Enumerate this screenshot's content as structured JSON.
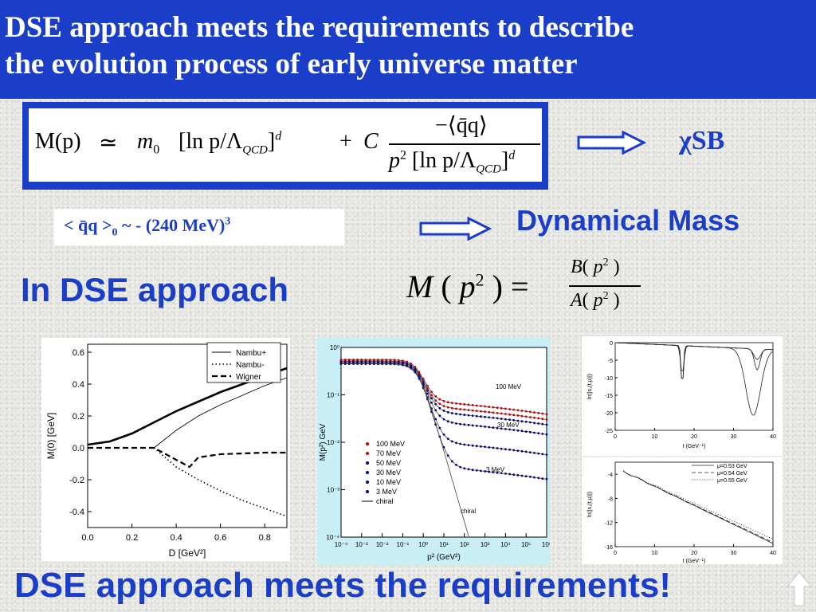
{
  "header": {
    "title_line1": "DSE approach meets the requirements to describe",
    "title_line2": "the evolution process of early universe matter"
  },
  "formula": {
    "lhs": "M(p)",
    "approx": "≃",
    "term1_coef": "m",
    "term1_sub": "0",
    "term1_bracket": "[ln p/Λ",
    "qcd_sub": "QCD",
    "exp_d": "d",
    "plus": "+",
    "const_c": "C",
    "numerator": "−⟨q̄q⟩",
    "denom_prefix": "p",
    "denom_sq": "2",
    "denom_bracket": "[ln p/Λ"
  },
  "labels": {
    "chiral_sb": "χSB",
    "condensate_prefix": "< q̄q >",
    "condensate_sub": "0",
    "condensate_suffix": "  ~  - (240 MeV)",
    "condensate_exp": "3",
    "dynamical_mass": "Dynamical Mass",
    "in_dse": "In DSE approach",
    "footer": "DSE approach meets the requirements!"
  },
  "mass_formula": {
    "lhs": "M",
    "arg": "p",
    "sq": "2",
    "eq": "=",
    "num_fn": "B",
    "den_fn": "A"
  },
  "colors": {
    "accent_blue": "#1a3ec8",
    "plot_mid_bg": "#c9eef6",
    "white": "#ffffff"
  },
  "icons": {
    "arrow1": "outline-right-arrow-icon",
    "arrow2": "outline-right-arrow-icon",
    "nav": "up-arrow-icon"
  },
  "chart_data": [
    {
      "type": "line",
      "xlabel": "D [GeV²]",
      "ylabel": "M(0) [GeV]",
      "xlim": [
        0.0,
        0.9
      ],
      "ylim": [
        -0.5,
        0.65
      ],
      "x_ticks": [
        "0.0",
        "0.2",
        "0.4",
        "0.6",
        "0.8"
      ],
      "y_ticks": [
        "0.6",
        "0.4",
        "0.2",
        "0.0",
        "-0.2",
        "-0.4"
      ],
      "legend": [
        "Nambu+",
        "Nambu-",
        "Wigner"
      ],
      "legend_position": "top-right",
      "series": [
        {
          "name": "Nambu+",
          "style": "thick",
          "x": [
            0.0,
            0.1,
            0.2,
            0.3,
            0.4,
            0.5,
            0.6,
            0.7,
            0.8,
            0.9
          ],
          "y": [
            0.02,
            0.04,
            0.09,
            0.16,
            0.23,
            0.29,
            0.35,
            0.4,
            0.45,
            0.5
          ]
        },
        {
          "name": "Nambu+ (thin)",
          "style": "thin",
          "x": [
            0.3,
            0.4,
            0.5,
            0.6,
            0.7,
            0.8,
            0.9
          ],
          "y": [
            0.0,
            0.11,
            0.2,
            0.27,
            0.33,
            0.39,
            0.44
          ]
        },
        {
          "name": "Nambu-",
          "style": "dotted",
          "x": [
            0.3,
            0.4,
            0.5,
            0.6,
            0.7,
            0.8,
            0.9
          ],
          "y": [
            0.0,
            -0.12,
            -0.2,
            -0.27,
            -0.33,
            -0.38,
            -0.43
          ]
        },
        {
          "name": "Wigner",
          "style": "dashed",
          "x": [
            0.0,
            0.3,
            0.46,
            0.5,
            0.6,
            0.7,
            0.8,
            0.9
          ],
          "y": [
            0.0,
            0.0,
            -0.12,
            -0.06,
            -0.04,
            -0.035,
            -0.03,
            -0.03
          ]
        }
      ]
    },
    {
      "type": "line",
      "xlabel": "p² (GeV²)",
      "ylabel": "M(p²) GeV",
      "scale": "log-log",
      "x_ticks": [
        "10⁻⁴",
        "10⁻³",
        "10⁻²",
        "10⁻¹",
        "10⁰",
        "10¹",
        "10²",
        "10³",
        "10⁴",
        "10⁵",
        "10⁶"
      ],
      "y_ticks": [
        "10⁰",
        "10⁻¹",
        "10⁻²",
        "10⁻³",
        "10⁻⁴"
      ],
      "legend": [
        "100 MeV",
        "70 MeV",
        "50 MeV",
        "30 MeV",
        "10 MeV",
        "3 MeV",
        "chiral"
      ],
      "legend_position": "bottom-left",
      "annotations": [
        "100 MeV",
        "30 MeV",
        "3 MeV",
        "chiral"
      ],
      "series": [
        {
          "name": "100 MeV",
          "ir": 0.55,
          "uv": 0.075
        },
        {
          "name": "70 MeV",
          "ir": 0.52,
          "uv": 0.058
        },
        {
          "name": "50 MeV",
          "ir": 0.5,
          "uv": 0.045
        },
        {
          "name": "30 MeV",
          "ir": 0.48,
          "uv": 0.028
        },
        {
          "name": "10 MeV",
          "ir": 0.46,
          "uv": 0.0105
        },
        {
          "name": "3 MeV",
          "ir": 0.45,
          "uv": 0.0032
        },
        {
          "name": "chiral",
          "ir": 0.45,
          "uv": 0.0
        }
      ]
    },
    {
      "type": "line",
      "xlabel": "t (GeV⁻¹)",
      "ylabel": "ln(|s₁(t,μ)|)",
      "xlim": [
        0,
        40
      ],
      "ylim": [
        -25,
        0
      ],
      "x_ticks": [
        "0",
        "10",
        "20",
        "30",
        "40"
      ],
      "y_ticks": [
        "0",
        "-5",
        "-10",
        "-15",
        "-20",
        "-25"
      ]
    },
    {
      "type": "line",
      "xlabel": "t (GeV⁻¹)",
      "ylabel": "ln(|s₁(t,μ)|)",
      "xlim": [
        0,
        40
      ],
      "ylim": [
        -16,
        -2
      ],
      "x_ticks": [
        "0",
        "10",
        "20",
        "30",
        "40"
      ],
      "y_ticks": [
        "-4",
        "-8",
        "-12",
        "-16"
      ],
      "legend": [
        "μ=0.53 GeV",
        "μ=0.54 GeV",
        "μ=0.55 GeV"
      ],
      "legend_position": "top-right"
    }
  ]
}
